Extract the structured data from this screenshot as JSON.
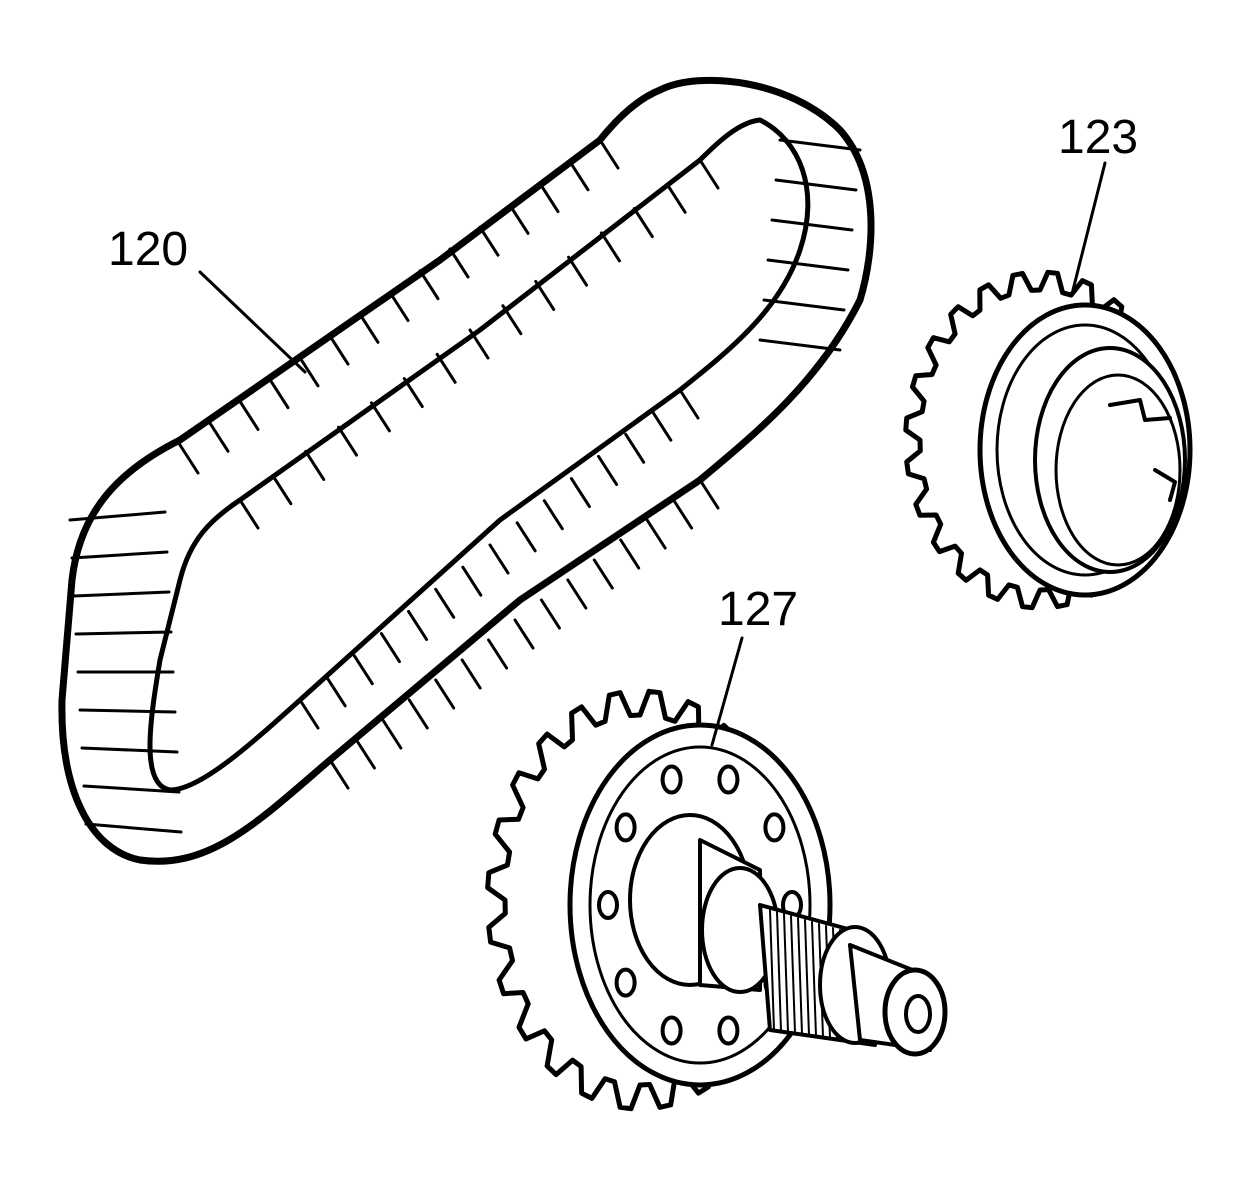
{
  "callouts": {
    "chain": "120",
    "driven_sprocket": "123",
    "drive_sprocket": "127"
  },
  "colors": {
    "ink": "#000000",
    "paper": "#ffffff"
  },
  "icons": [
    "chain-illustration",
    "sprocket-illustration",
    "output-shaft-sprocket-illustration"
  ]
}
